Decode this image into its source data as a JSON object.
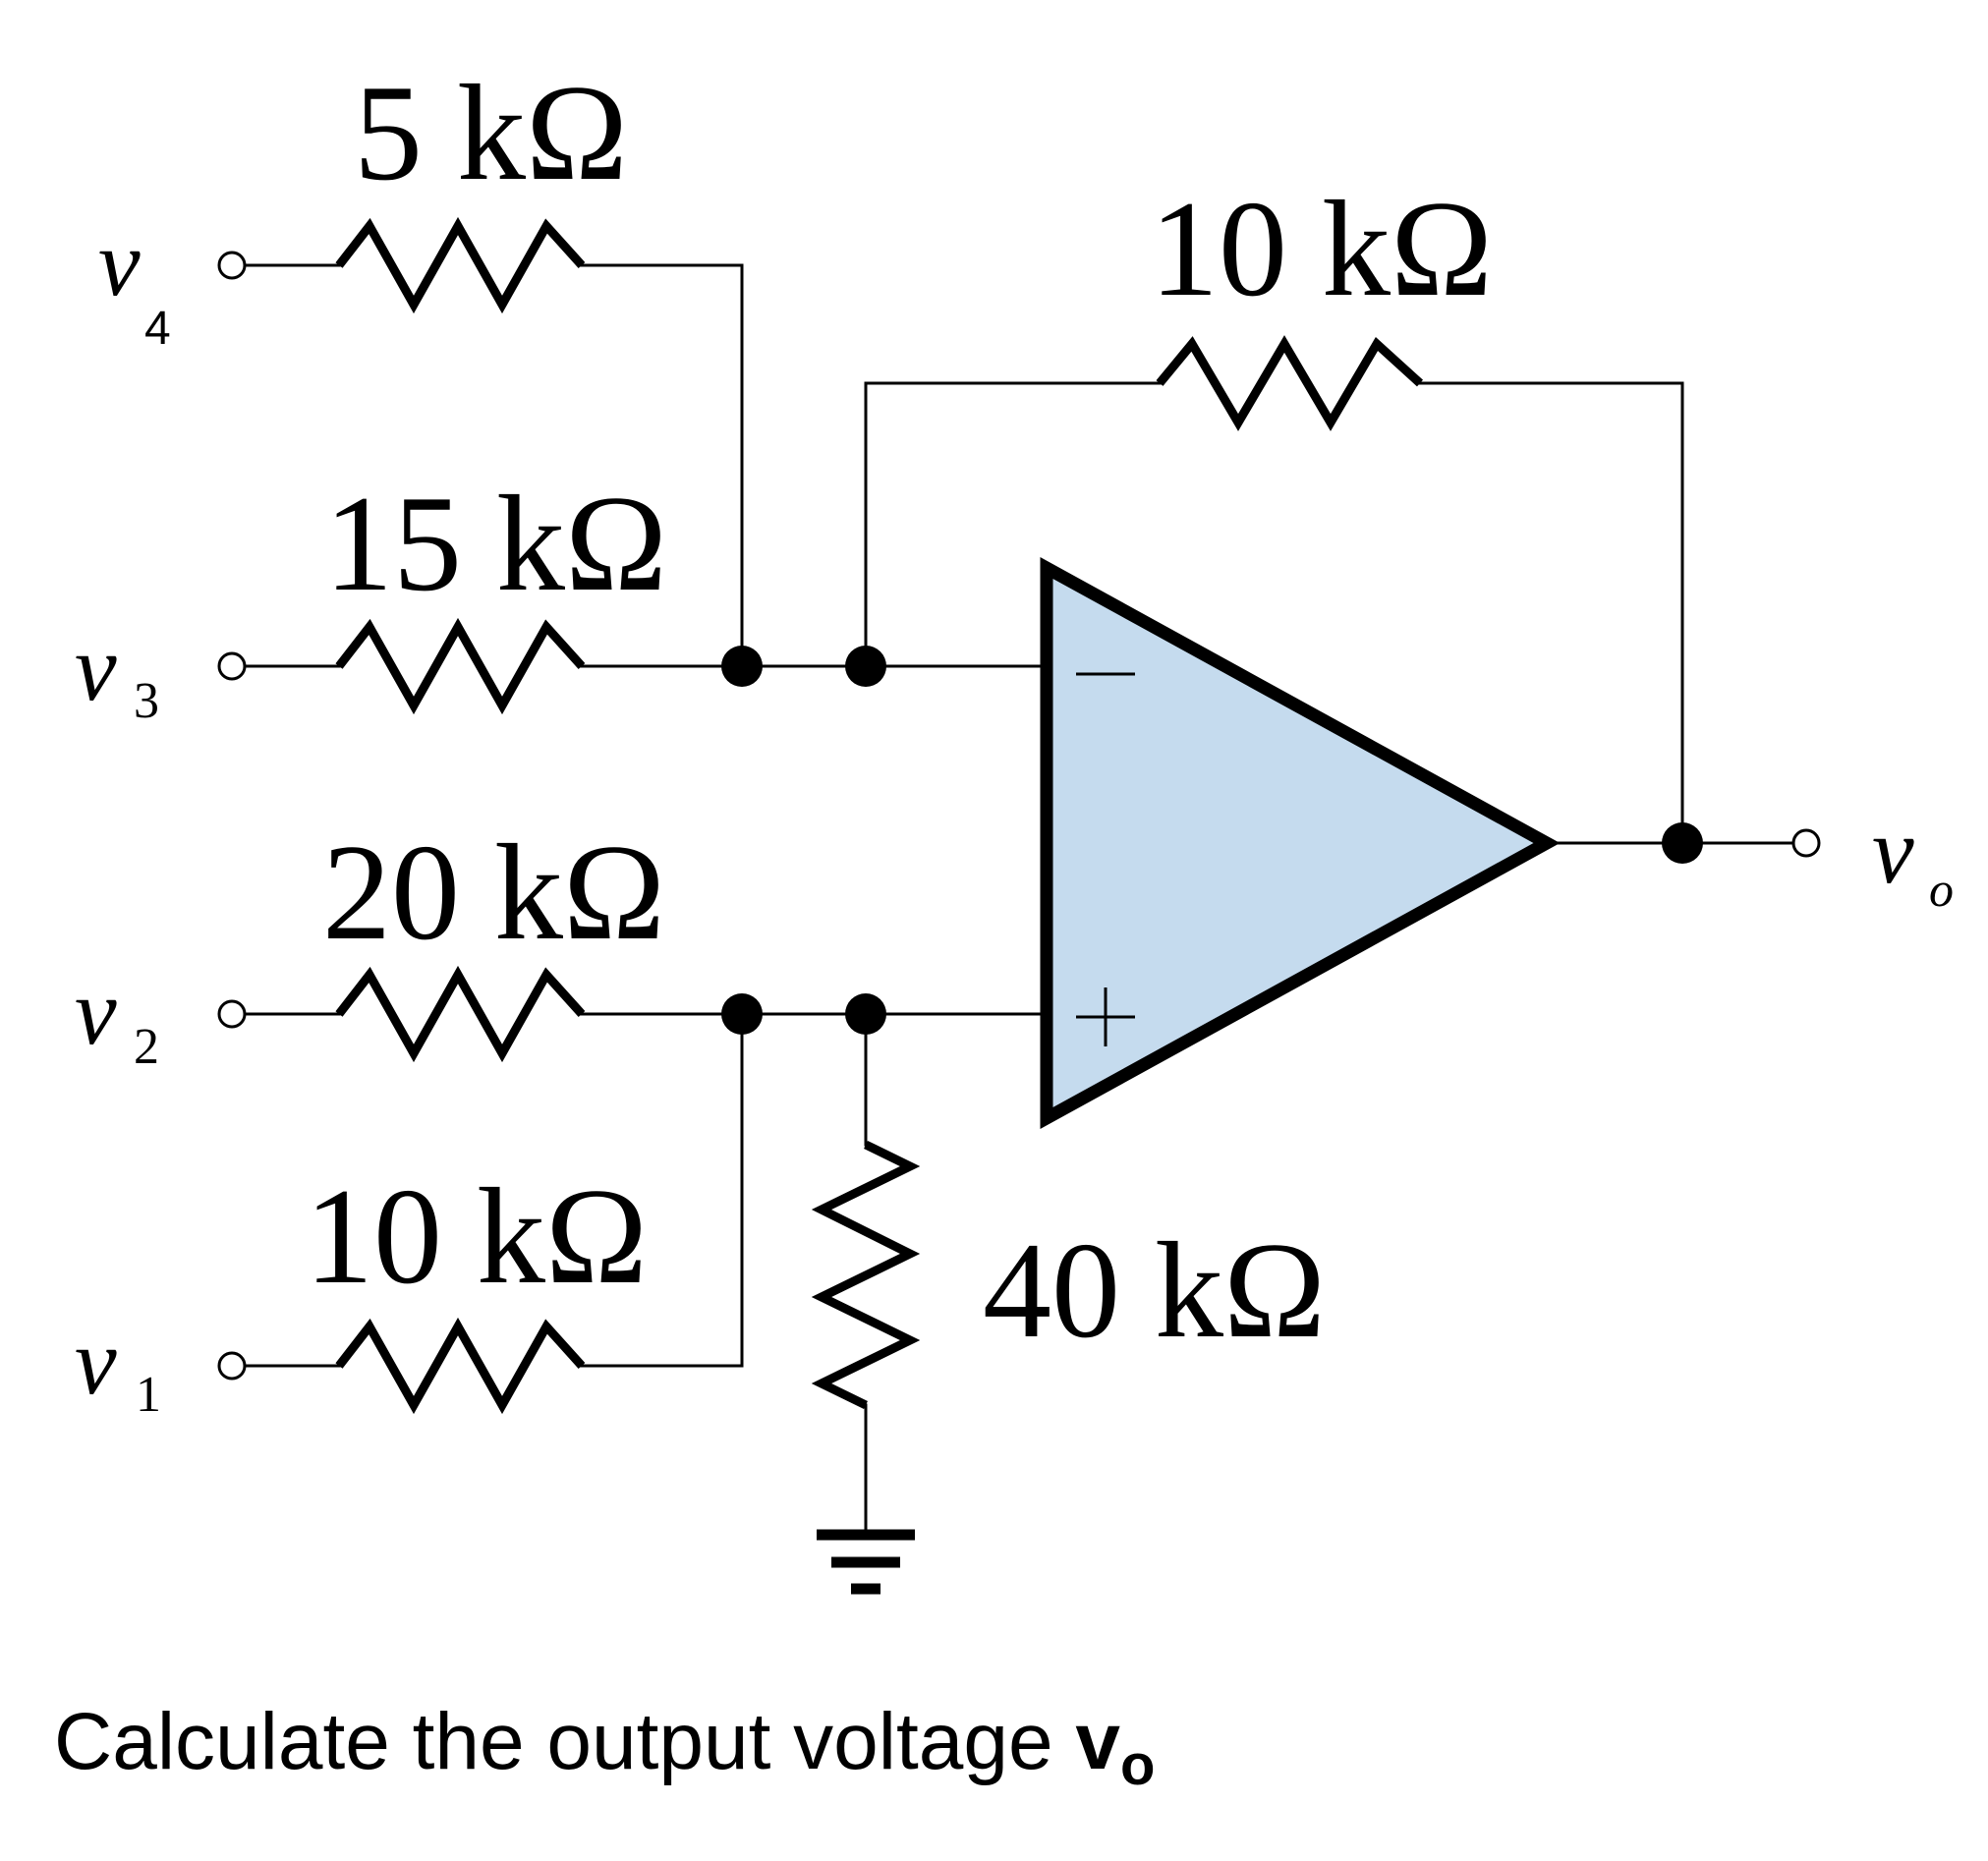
{
  "colors": {
    "opamp_fill": "#c5dbee",
    "line": "#000000",
    "background": "#ffffff"
  },
  "inputs": [
    {
      "var": "v",
      "sub": "4",
      "resistance": "5 kΩ"
    },
    {
      "var": "v",
      "sub": "3",
      "resistance": "15 kΩ"
    },
    {
      "var": "v",
      "sub": "2",
      "resistance": "20 kΩ"
    },
    {
      "var": "v",
      "sub": "1",
      "resistance": "10 kΩ"
    }
  ],
  "feedback": {
    "resistance": "10 kΩ"
  },
  "ground_resistor": {
    "resistance": "40 kΩ"
  },
  "opamp": {
    "minus": "−",
    "plus": "+"
  },
  "output": {
    "var": "v",
    "sub": "o"
  },
  "question": {
    "text": "Calculate the output voltage ",
    "var": "v",
    "sub": "o"
  }
}
